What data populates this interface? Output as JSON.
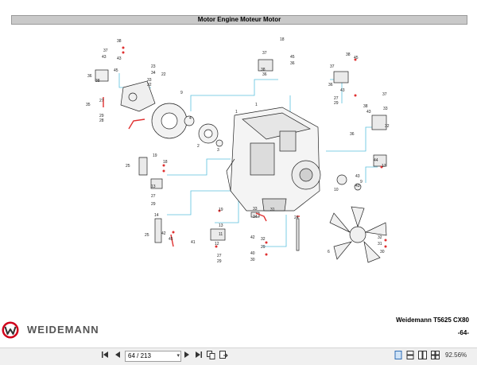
{
  "document": {
    "section_title": "Motor Engine Moteur Motor",
    "brand_name": "WEIDEMANN",
    "model": "Weidemann T5625 CX80",
    "page_label": "-64-"
  },
  "toolbar": {
    "first_icon": "first-page-icon",
    "prev_icon": "previous-page-icon",
    "page_value": "64 / 213",
    "next_icon": "next-page-icon",
    "last_icon": "last-page-icon",
    "zoom": "92.56%"
  },
  "colors": {
    "title_bar": "#c9c9c9",
    "brand_red": "#d0021b",
    "leader_lines": "#5bc0de",
    "highlight_parts": "#e03030"
  }
}
